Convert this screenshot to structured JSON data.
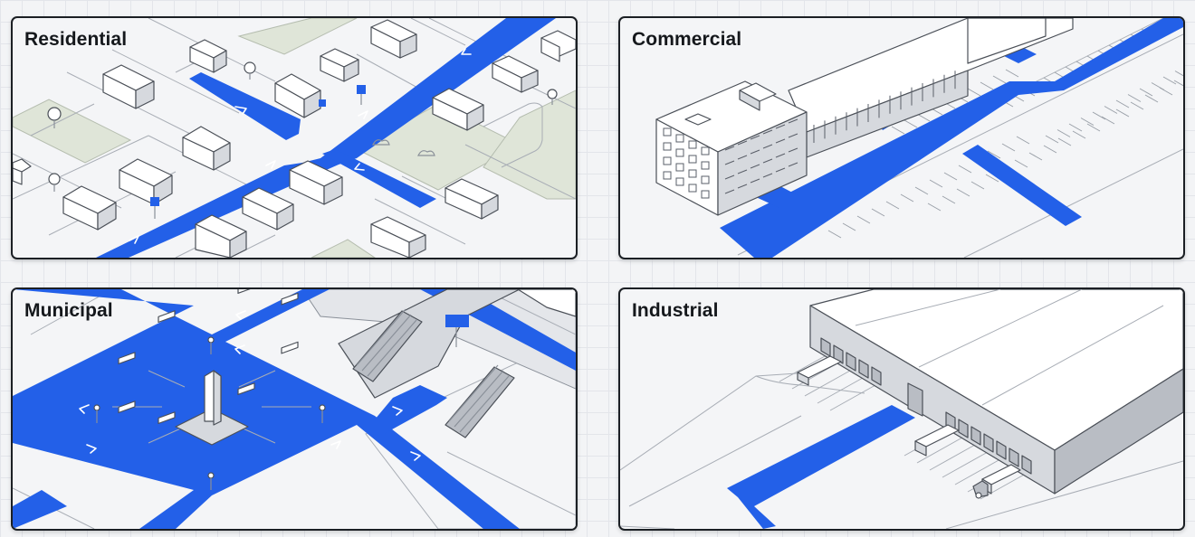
{
  "panels": {
    "residential": {
      "label": "Residential"
    },
    "commercial": {
      "label": "Commercial"
    },
    "municipal": {
      "label": "Municipal"
    },
    "industrial": {
      "label": "Industrial"
    }
  },
  "colors": {
    "route": "#2360e8",
    "background": "#f3f4f6",
    "panel_border": "#1b1f24",
    "grass": "#dfe5d8"
  },
  "icons": [
    "house-icon",
    "tree-icon",
    "bench-icon",
    "obelisk-icon",
    "escalator-icon",
    "truck-icon",
    "signpost-icon",
    "direction-arrow-icon"
  ]
}
